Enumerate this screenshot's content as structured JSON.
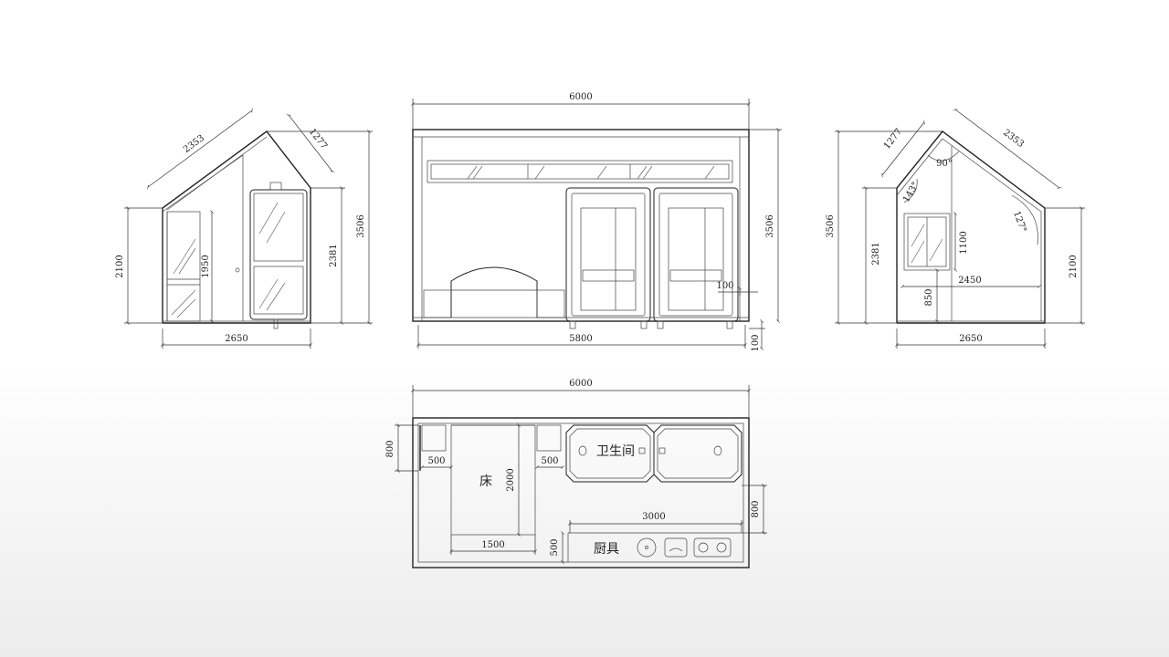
{
  "left_elevation": {
    "dims": {
      "width": "2650",
      "wall_height": "2100",
      "total_height": "3506",
      "roof_long": "2353",
      "roof_short": "1277",
      "door_height": "1950",
      "pod_height": "2381"
    }
  },
  "front_elevation": {
    "dims": {
      "top_width": "6000",
      "bottom_width": "5800",
      "total_height": "3506",
      "offset": "100",
      "base": "100"
    }
  },
  "right_elevation": {
    "dims": {
      "width": "2650",
      "wall_height": "2100",
      "total_height": "3506",
      "roof_long": "2353",
      "roof_short": "1277",
      "pod_height": "2381",
      "window_height": "1100",
      "sill": "850",
      "depth": "2450",
      "angle_top": "90°",
      "angle_left": "143°",
      "angle_right": "127°"
    }
  },
  "plan": {
    "dims": {
      "width": "6000",
      "side_depth": "800",
      "bed_gap_left": "500",
      "bed_length": "2000",
      "bed_gap_right": "500",
      "bed_width": "1500",
      "kitchen_length": "3000",
      "kitchen_depth": "500",
      "door": "800"
    },
    "labels": {
      "bed": "床",
      "bathroom": "卫生间",
      "kitchen": "厨具"
    }
  }
}
